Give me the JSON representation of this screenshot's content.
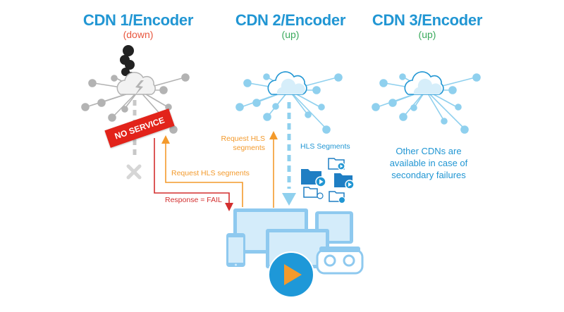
{
  "cdns": [
    {
      "title": "CDN 1/Encoder",
      "status": "(down)",
      "status_color": "#e8573f"
    },
    {
      "title": "CDN 2/Encoder",
      "status": "(up)",
      "status_color": "#3aaa5c"
    },
    {
      "title": "CDN 3/Encoder",
      "status": "(up)",
      "status_color": "#3aaa5c"
    }
  ],
  "no_service_label": "NO SERVICE",
  "labels": {
    "request_hls_cdn1": "Request HLS segments",
    "response_fail": "Response = FAIL",
    "request_hls_cdn2_line1": "Request HLS",
    "request_hls_cdn2_line2": "segments",
    "hls_segments": "HLS Segments",
    "other_cdns_note": "Other CDNs are available in case of secondary failures"
  },
  "colors": {
    "title_blue": "#2196d3",
    "node_gray": "#b3b3b3",
    "node_blue": "#8fd0ee",
    "request_orange": "#f39a2c",
    "fail_red": "#d32f2f",
    "device_blue": "#8ec9ef",
    "play_button": "#1e98d8"
  },
  "icons": [
    "smoke-icon",
    "cloud-icon",
    "lightning-icon",
    "x-icon",
    "folder-video-icon",
    "play-icon",
    "tablet-icon",
    "phone-icon",
    "monitor-icon",
    "vr-headset-icon"
  ]
}
